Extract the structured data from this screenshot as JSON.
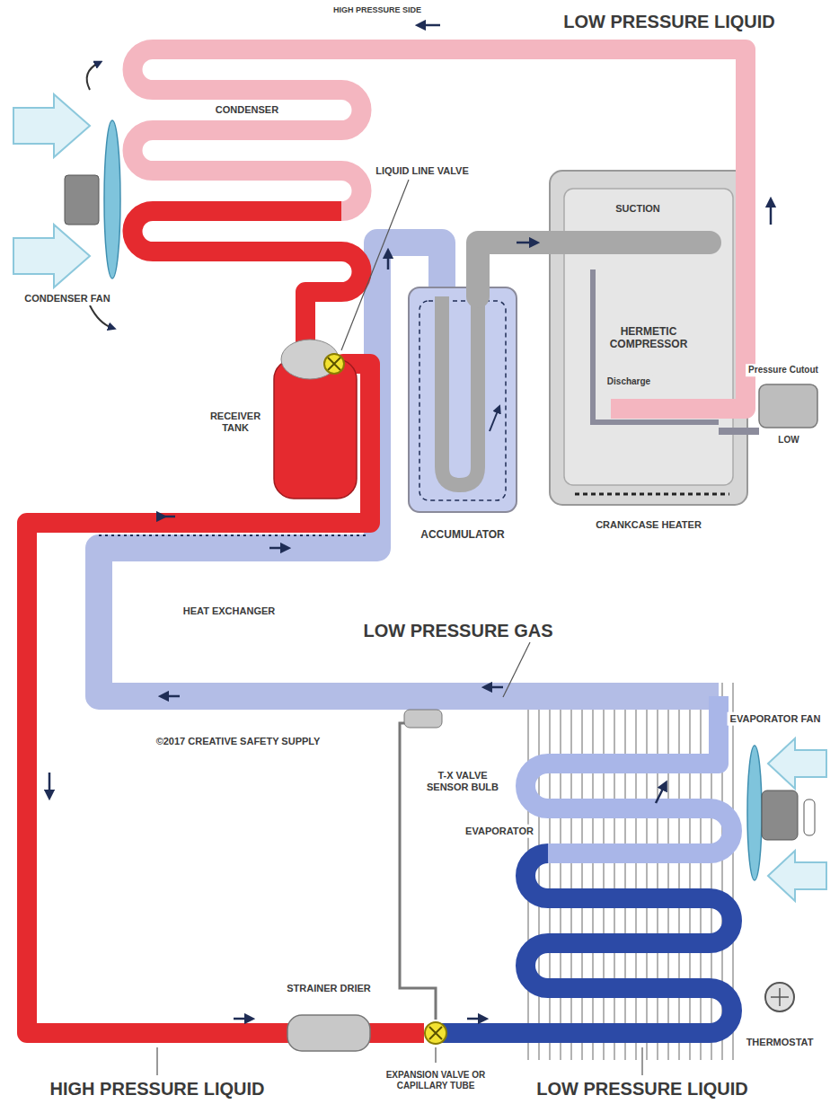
{
  "diagram": {
    "nodes": [
      {
        "text": [
          "HERMETIC COMPRESSOR"
        ]
      }
    ],
    "labels": [
      "HIGH PRESSURE SIDE",
      "LOW PRESSURE LIQUID",
      "CONDENSER",
      "LIQUID LINE VALVE",
      "SUCTION",
      "CONDENSER FAN",
      "RECEIVER TANK",
      "Discharge",
      "Pressure Cutout",
      "LOW",
      "ACCUMULATOR",
      "CRANKCASE HEATER",
      "HEAT EXCHANGER",
      "LOW PRESSURE GAS",
      "©2017 CREATIVE SAFETY SUPPLY",
      "T-X VALVE SENSOR BULB",
      "EVAPORATOR FAN",
      "EVAPORATOR",
      "THERMOSTAT",
      "STRAINER DRIER",
      "EXPANSION VALVE OR CAPILLARY TUBE",
      "HIGH PRESSURE LIQUID",
      "LOW PRESSURE LIQUID"
    ]
  }
}
